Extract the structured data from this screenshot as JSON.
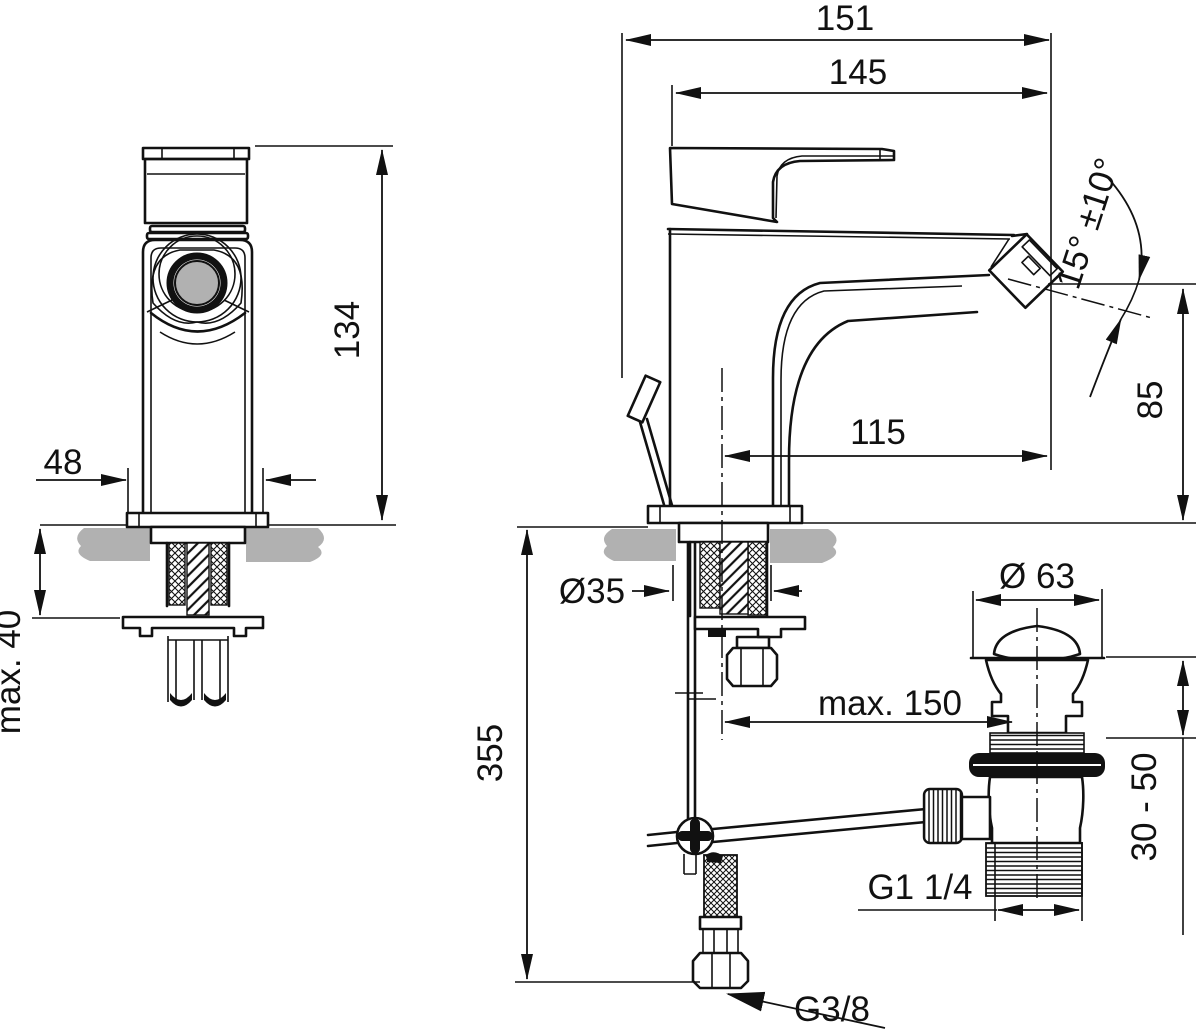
{
  "drawing": {
    "units": "mm",
    "background_color": "#ffffff",
    "line_color": "#111111",
    "countertop_fill_color": "#b1b1b1",
    "labels": {
      "overall_length": "151",
      "body_length": "145",
      "body_height": "134",
      "base_width": "48",
      "max_deck_thickness": "max. 40",
      "spout_reach": "115",
      "spout_height": "85",
      "spout_angle": "15° ±10°",
      "shank_diameter": "Ø35",
      "hose_length": "355",
      "max_rod_reach": "max. 150",
      "waste_flange_diameter": "Ø 63",
      "waste_clamping_range": "30 - 50",
      "waste_thread": "G1 1/4",
      "supply_thread": "G3/8"
    }
  }
}
